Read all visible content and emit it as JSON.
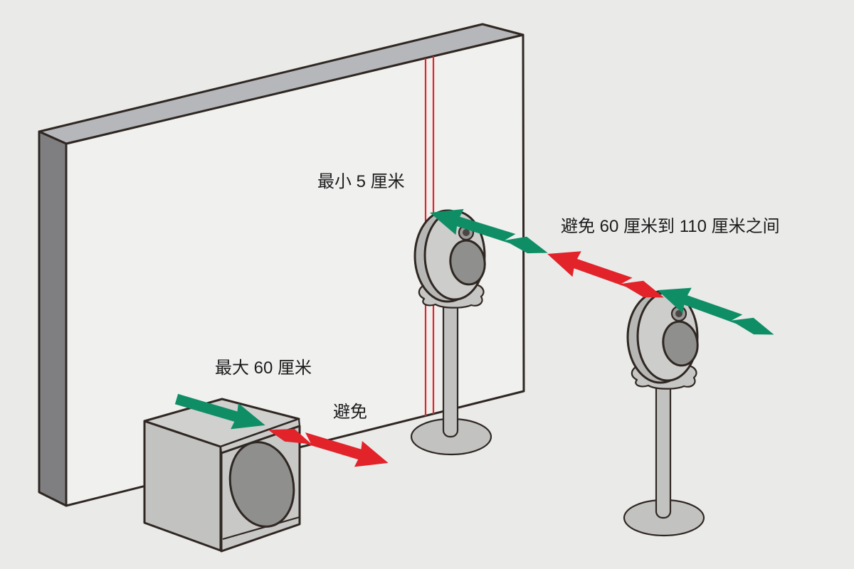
{
  "labels": {
    "min_gap": "最小 5 厘米",
    "avoid_range": "避免 60 厘米到 110 厘米之间",
    "max_gap": "最大 60 厘米",
    "avoid": "避免"
  },
  "colors": {
    "recommended_green": "#0f8e66",
    "avoid_red": "#e2232a",
    "background": "#eaeae9",
    "wall_front": "#f0f0ef",
    "wall_top": "#b5b7ba",
    "wall_side": "#7f7f82",
    "cabinet_gray": "#c8c8c7",
    "driver_gray": "#8f8f8e",
    "outline_dark": "#2f2722"
  }
}
